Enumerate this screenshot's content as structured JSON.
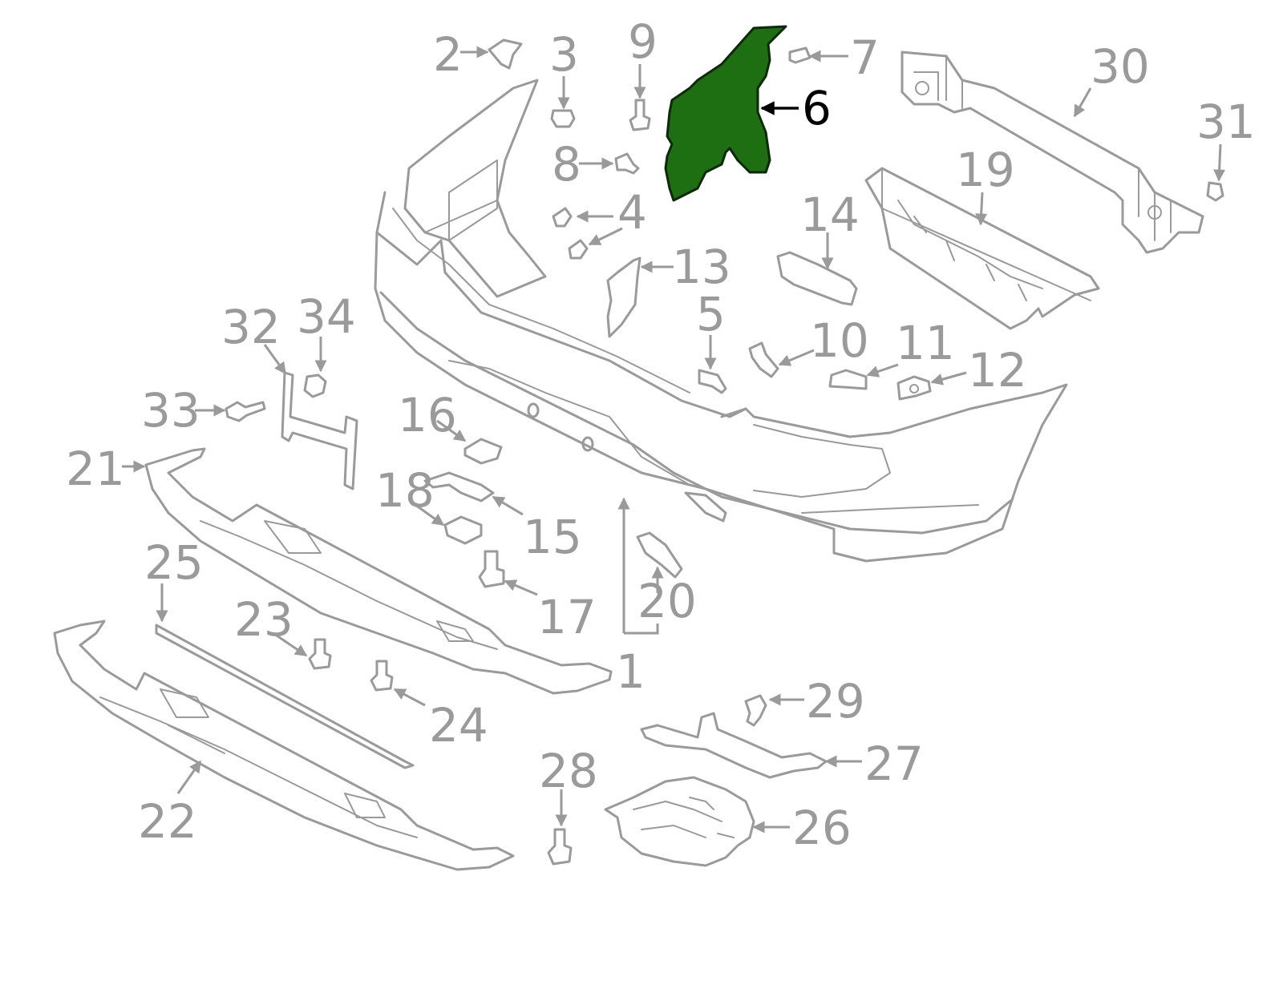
{
  "highlight": {
    "part": "6",
    "fill_color": "#1e6f12",
    "stroke_color": "#0d2a08"
  },
  "colors": {
    "line": "#9a9a9a",
    "background": "#ffffff",
    "highlight_label": "#000000"
  },
  "callouts": {
    "c1": "1",
    "c2": "2",
    "c3": "3",
    "c4": "4",
    "c5": "5",
    "c6": "6",
    "c7": "7",
    "c8": "8",
    "c9": "9",
    "c10": "10",
    "c11": "11",
    "c12": "12",
    "c13": "13",
    "c14": "14",
    "c15": "15",
    "c16": "16",
    "c17": "17",
    "c18": "18",
    "c19": "19",
    "c20": "20",
    "c21": "21",
    "c22": "22",
    "c23": "23",
    "c24": "24",
    "c25": "25",
    "c26": "26",
    "c27": "27",
    "c28": "28",
    "c29": "29",
    "c30": "30",
    "c31": "31",
    "c32": "32",
    "c33": "33",
    "c34": "34"
  }
}
